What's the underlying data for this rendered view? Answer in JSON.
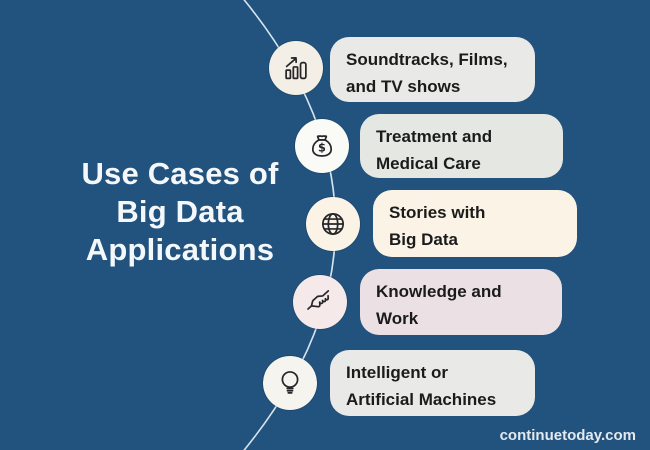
{
  "page": {
    "background_color": "#22537E",
    "watermark": "continuetoday.com",
    "watermark_color": "#E3E9EE"
  },
  "curve": {
    "color": "#D6E4EF"
  },
  "title": {
    "text": "Use Cases of Big Data Applications",
    "lines": [
      "Use Cases of",
      "Big Data",
      "Applications"
    ],
    "color": "#F5F8FA"
  },
  "icon_style": {
    "stroke": "#26262A"
  },
  "card_style": {
    "text_color": "#1B1B1B"
  },
  "items": [
    {
      "icon": "bar-chart-icon",
      "line1": "Soundtracks, Films,",
      "line2": "and TV shows",
      "card_color": "#E9E9E7",
      "icon_bg": "#F3EEE6"
    },
    {
      "icon": "money-bag-icon",
      "line1": "Treatment and",
      "line2": "Medical Care",
      "card_color": "#E5E7E3",
      "icon_bg": "#FAFAF7"
    },
    {
      "icon": "globe-icon",
      "line1": "Stories with",
      "line2": "Big Data",
      "card_color": "#FBF4E6",
      "icon_bg": "#FAF3E6"
    },
    {
      "icon": "handshake-icon",
      "line1": "Knowledge and",
      "line2": "Work",
      "card_color": "#EBE1E5",
      "icon_bg": "#F6E9E9"
    },
    {
      "icon": "lightbulb-icon",
      "line1": "Intelligent or",
      "line2": "Artificial Machines",
      "card_color": "#E9E9E7",
      "icon_bg": "#F6F4EE"
    }
  ]
}
